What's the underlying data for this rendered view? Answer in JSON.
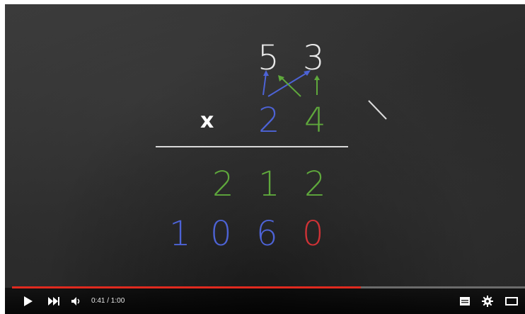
{
  "video": {
    "board": {
      "top_number": [
        "5",
        "3"
      ],
      "times_sign": "x",
      "bottom_number": [
        "2",
        "4"
      ],
      "partial_product_1": [
        "2",
        "1",
        "2"
      ],
      "partial_product_2": [
        "1",
        "0",
        "6",
        "0"
      ]
    }
  },
  "controls": {
    "play_icon": "play-icon",
    "next_icon": "next-icon",
    "volume_icon": "volume-icon",
    "time_display": "0:41 / 1:00",
    "progress": 0.68,
    "captions_icon": "captions-icon",
    "settings_icon": "gear-icon",
    "size_icon": "theater-mode-icon"
  },
  "colors": {
    "progress_fill": "#e02a1f",
    "chalk_blue": "#4d63d6",
    "chalk_green": "#5fa83c",
    "chalk_red": "#d03236",
    "chalk_white": "#e8e8e8"
  }
}
